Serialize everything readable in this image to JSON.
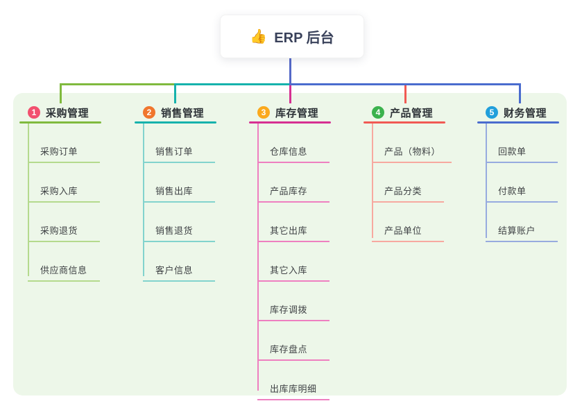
{
  "root": {
    "emoji": "👍",
    "title": "ERP 后台",
    "line_color": "#5569c8"
  },
  "colors": {
    "panel_bg": "#edf7e9",
    "canvas_bg": "#ffffff",
    "root_title_color": "#39415a",
    "branch_label_color": "#2d3237",
    "child_label_color": "#3f4245"
  },
  "branches": [
    {
      "num": "1",
      "label": "采购管理",
      "color": "#80ba3e",
      "light": "#b4da8d",
      "badge": "#f2506e",
      "children": [
        "采购订单",
        "采购入库",
        "采购退货",
        "供应商信息"
      ]
    },
    {
      "num": "2",
      "label": "销售管理",
      "color": "#16b2ac",
      "light": "#82d3cd",
      "badge": "#f0762d",
      "children": [
        "销售订单",
        "销售出库",
        "销售退货",
        "客户信息"
      ]
    },
    {
      "num": "3",
      "label": "库存管理",
      "color": "#d63092",
      "light": "#ee7fc0",
      "badge": "#fba91c",
      "children": [
        "仓库信息",
        "产品库存",
        "其它出库",
        "其它入库",
        "库存调拨",
        "库存盘点",
        "出库库明细"
      ]
    },
    {
      "num": "4",
      "label": "产品管理",
      "color": "#f15a54",
      "light": "#f7a9a0",
      "badge": "#3bb24d",
      "children": [
        "产品（物料）",
        "产品分类",
        "产品单位"
      ]
    },
    {
      "num": "5",
      "label": "财务管理",
      "color": "#4a6cce",
      "light": "#97abdf",
      "badge": "#219fdb",
      "children": [
        "回款单",
        "付款单",
        "结算账户"
      ]
    }
  ]
}
